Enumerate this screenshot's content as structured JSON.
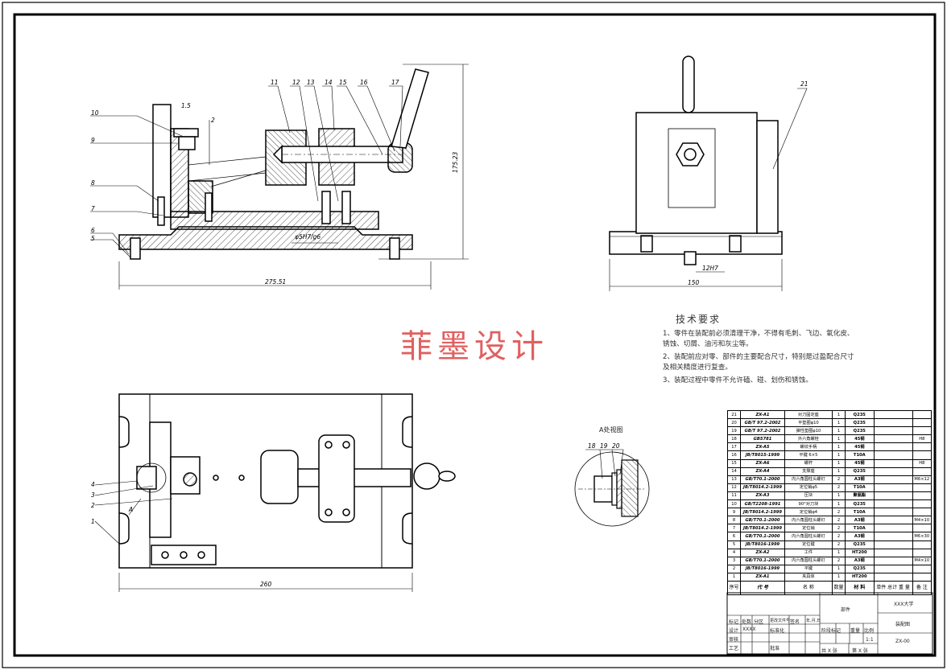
{
  "tech_requirements": {
    "title": "技术要求",
    "lines": [
      "1、零件在装配前必须清理干净，不得有毛刺、飞边、氧化皮、",
      "锈蚀、切屑、油污和灰尘等。",
      "2、装配前应对零、部件的主要配合尺寸，特别是过盈配合尺寸",
      "及相关精度进行复查。",
      "3、装配过程中零件不允许磕、碰、划伤和锈蚀。"
    ]
  },
  "watermark": "菲墨设计",
  "detail_view_title": "A处视图",
  "dimensions": {
    "front_width": "275.51",
    "front_height": "175.23",
    "side_width": "150",
    "plan_width": "260",
    "fit_h7g6": "φ5H7/g6",
    "keyway": "12H7",
    "gap_15": "1.5",
    "gap_2": "2"
  },
  "front_view_leaders": [
    "10",
    "9",
    "8",
    "7",
    "6",
    "5",
    "11",
    "12",
    "13",
    "14",
    "15",
    "16",
    "17"
  ],
  "side_view_leaders": [
    "21"
  ],
  "plan_view_leaders": [
    "4",
    "3",
    "2",
    "1",
    "A"
  ],
  "detail_leaders": [
    "18",
    "19",
    "20"
  ],
  "bom": {
    "rows": [
      {
        "no": "21",
        "code": "ZX-A1",
        "name": "对刀固定座",
        "qty": "1",
        "mat": "Q235",
        "mass": "",
        "note": ""
      },
      {
        "no": "20",
        "code": "GB/T 97.2-2002",
        "name": "平垫圈φ10",
        "qty": "1",
        "mat": "Q235",
        "mass": "",
        "note": ""
      },
      {
        "no": "19",
        "code": "GB/T 97.2-2002",
        "name": "弹性垫圈φ10",
        "qty": "1",
        "mat": "Q235",
        "mass": "",
        "note": ""
      },
      {
        "no": "18",
        "code": "GB5781",
        "name": "外六角螺栓",
        "qty": "1",
        "mat": "45钢",
        "mass": "",
        "note": "H8"
      },
      {
        "no": "17",
        "code": "ZX-A5",
        "name": "螺纹手柄",
        "qty": "1",
        "mat": "45钢",
        "mass": "",
        "note": ""
      },
      {
        "no": "16",
        "code": "JB/T8015-1999",
        "name": "平键 6×5",
        "qty": "1",
        "mat": "T10A",
        "mass": "",
        "note": ""
      },
      {
        "no": "15",
        "code": "ZX-A6",
        "name": "螺杆",
        "qty": "1",
        "mat": "45钢",
        "mass": "",
        "note": "H8"
      },
      {
        "no": "14",
        "code": "ZX-A4",
        "name": "支撑座",
        "qty": "1",
        "mat": "Q235",
        "mass": "",
        "note": ""
      },
      {
        "no": "13",
        "code": "GB/T70.1-2000",
        "name": "内六角圆柱头螺钉",
        "qty": "2",
        "mat": "A3钢",
        "mass": "",
        "note": "M6×12"
      },
      {
        "no": "12",
        "code": "JB/T8014.2-1999",
        "name": "定位销φ5",
        "qty": "2",
        "mat": "T10A",
        "mass": "",
        "note": ""
      },
      {
        "no": "11",
        "code": "ZX-A3",
        "name": "压块",
        "qty": "1",
        "mat": "聚氨酯",
        "mass": "",
        "note": ""
      },
      {
        "no": "10",
        "code": "GB/T2208-1991",
        "name": "90°对刀块",
        "qty": "1",
        "mat": "Q235",
        "mass": "",
        "note": ""
      },
      {
        "no": "9",
        "code": "JB/T8014.2-1999",
        "name": "定位销φ4",
        "qty": "2",
        "mat": "T10A",
        "mass": "",
        "note": ""
      },
      {
        "no": "8",
        "code": "GB/T70.1-2000",
        "name": "内六角圆柱头螺钉",
        "qty": "2",
        "mat": "A3钢",
        "mass": "",
        "note": "M4×10"
      },
      {
        "no": "7",
        "code": "JB/T8014.2-1999",
        "name": "定位销",
        "qty": "2",
        "mat": "T10A",
        "mass": "",
        "note": ""
      },
      {
        "no": "6",
        "code": "GB/T70.1-2000",
        "name": "内六角圆柱头螺钉",
        "qty": "2",
        "mat": "A3钢",
        "mass": "",
        "note": "M6×30"
      },
      {
        "no": "5",
        "code": "JB/T8016-1999",
        "name": "定位键",
        "qty": "2",
        "mat": "Q235",
        "mass": "",
        "note": ""
      },
      {
        "no": "4",
        "code": "ZX-A2",
        "name": "工件",
        "qty": "1",
        "mat": "HT200",
        "mass": "",
        "note": ""
      },
      {
        "no": "3",
        "code": "GB/T70.1-2000",
        "name": "内六角圆柱头螺钉",
        "qty": "2",
        "mat": "A3钢",
        "mass": "",
        "note": "M4×10"
      },
      {
        "no": "2",
        "code": "JB/T8016-1999",
        "name": "平键",
        "qty": "1",
        "mat": "Q235",
        "mass": "",
        "note": ""
      },
      {
        "no": "1",
        "code": "ZX-A1",
        "name": "夹具体",
        "qty": "1",
        "mat": "HT200",
        "mass": "",
        "note": ""
      }
    ],
    "header": {
      "no": "序号",
      "code": "代 号",
      "name": "名 称",
      "qty": "数量",
      "mat": "材 料",
      "mass": "单件 总计 重 量",
      "note": "备 注"
    }
  },
  "title_block": {
    "school": "XXX大学",
    "drawing_name": "装配图",
    "drawing_no": "ZX-00",
    "company": "部件",
    "scale": "1:1",
    "scale_label": "比例",
    "mass_label": "重量",
    "stage_label": "阶段标记",
    "designer_label": "设计",
    "designer": "XXXX",
    "std_label": "标准化",
    "check_label": "审核",
    "craft_label": "工艺",
    "approve_label": "批准",
    "mark_label": "标记",
    "count_label": "处数",
    "zone_label": "分区",
    "change_label": "更改文件号",
    "sign_label": "签名",
    "date_label": "年,月,日",
    "sheets": "共 X 张",
    "sheet": "第 X 张"
  }
}
